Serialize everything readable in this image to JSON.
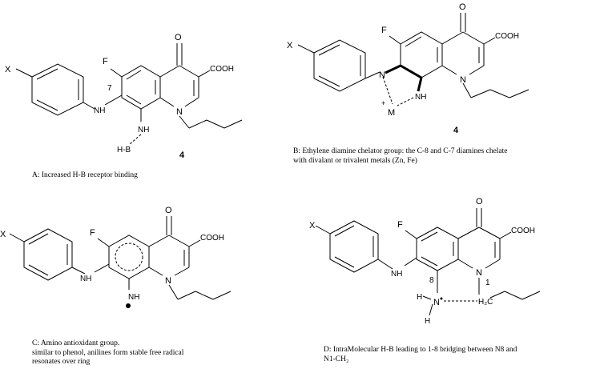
{
  "panels": {
    "a": {
      "caption": "A: Increased H-B receptor binding",
      "compound_number": "4",
      "labels": {
        "x": "X",
        "f": "F",
        "o": "O",
        "cooh": "COOH",
        "n_ring": "N",
        "nh_anilino": "NH",
        "nh_8": "NH",
        "hb": "H-B",
        "pos7": "7"
      }
    },
    "b": {
      "caption_lines": [
        "B: Ethylene diamine chelator group: the C-8 and C-7 diamines chelate",
        "with divalant or trivalent metals (Zn, Fe)"
      ],
      "compound_number": "4",
      "labels": {
        "x": "X",
        "f": "F",
        "o": "O",
        "cooh": "COOH",
        "n_ring": "N",
        "n_anilino": "N",
        "nh_8": "NH",
        "metal": "M",
        "plus": "+"
      }
    },
    "c": {
      "caption_lines": [
        "C: Amino antioxidant group.",
        "similar to phenol, anilines form stable free radical",
        "resonates over ring"
      ],
      "labels": {
        "x": "X",
        "f": "F",
        "o": "O",
        "cooh": "COOH",
        "n_ring": "N",
        "nh_anilino": "NH",
        "nh_8": "NH"
      }
    },
    "d": {
      "caption_lines": [
        "D: IntraMolecular H-B leading to 1-8 bridging between N8 and",
        "N1-CH₂"
      ],
      "labels": {
        "x": "X",
        "f": "F",
        "o": "O",
        "cooh": "COOH",
        "n_ring": "N",
        "nh_anilino": "NH",
        "n_8": "N",
        "h_top": "H",
        "h_bottom": "H",
        "h2c": "H₂C",
        "pos8": "8",
        "pos1": "1"
      }
    }
  }
}
